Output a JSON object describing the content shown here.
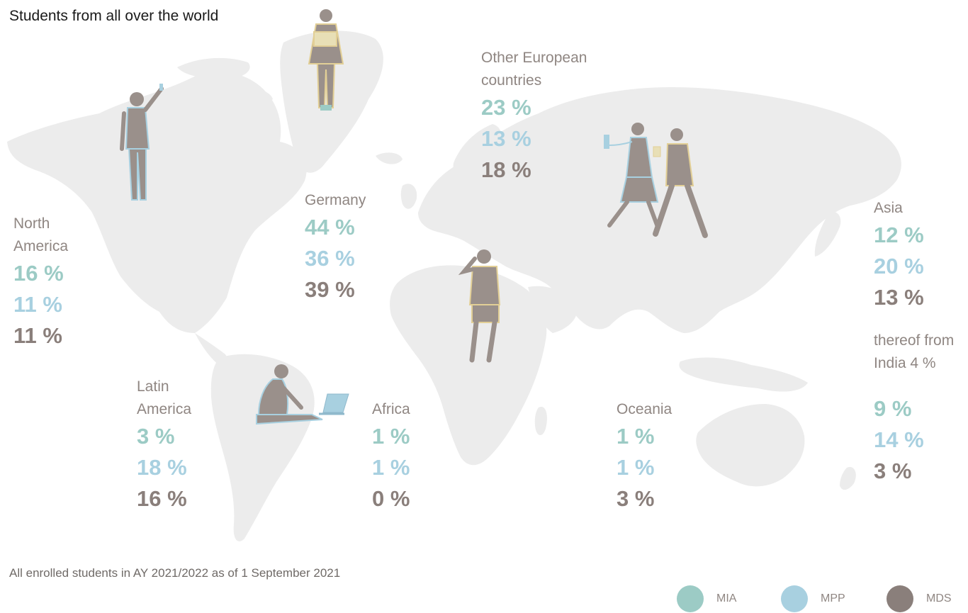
{
  "title": "Students from all over the world",
  "colors": {
    "mia": "#9ccbc5",
    "mpp": "#a8d0e0",
    "mds": "#8a7f7b",
    "land": "#ececec",
    "figure": "#9a908b",
    "figure_outline_beige": "#e2cf96"
  },
  "regions": {
    "north_america": {
      "name_lines": [
        "North",
        "America"
      ],
      "mia": "16 %",
      "mpp": "11 %",
      "mds": "11 %"
    },
    "germany": {
      "name_lines": [
        "Germany"
      ],
      "mia": "44 %",
      "mpp": "36 %",
      "mds": "39 %"
    },
    "other_europe": {
      "name_lines": [
        "Other European",
        "countries"
      ],
      "mia": "23 %",
      "mpp": "13 %",
      "mds": "18 %"
    },
    "asia": {
      "name_lines": [
        "Asia"
      ],
      "mia": "12 %",
      "mpp": "20 %",
      "mds": "13 %"
    },
    "india": {
      "name_lines": [
        "thereof from",
        "India 4 %"
      ],
      "mia": "9 %",
      "mpp": "14 %",
      "mds": "3 %"
    },
    "latin_america": {
      "name_lines": [
        "Latin",
        "America"
      ],
      "mia": "3 %",
      "mpp": "18 %",
      "mds": "16 %"
    },
    "africa": {
      "name_lines": [
        "Africa"
      ],
      "mia": "1 %",
      "mpp": "1 %",
      "mds": "0 %"
    },
    "oceania": {
      "name_lines": [
        "Oceania"
      ],
      "mia": "1 %",
      "mpp": "1 %",
      "mds": "3 %"
    }
  },
  "footnote": "All enrolled students in AY 2021/2022 as of 1 September 2021",
  "legend": [
    {
      "label": "MIA",
      "color": "#9ccbc5"
    },
    {
      "label": "MPP",
      "color": "#a8d0e0"
    },
    {
      "label": "MDS",
      "color": "#8a7f7b"
    }
  ],
  "icons": [
    "person-standing-selfie-icon",
    "person-holding-tablet-icon",
    "person-sitting-laptop-icon",
    "person-on-phone-icon",
    "people-walking-icon"
  ]
}
